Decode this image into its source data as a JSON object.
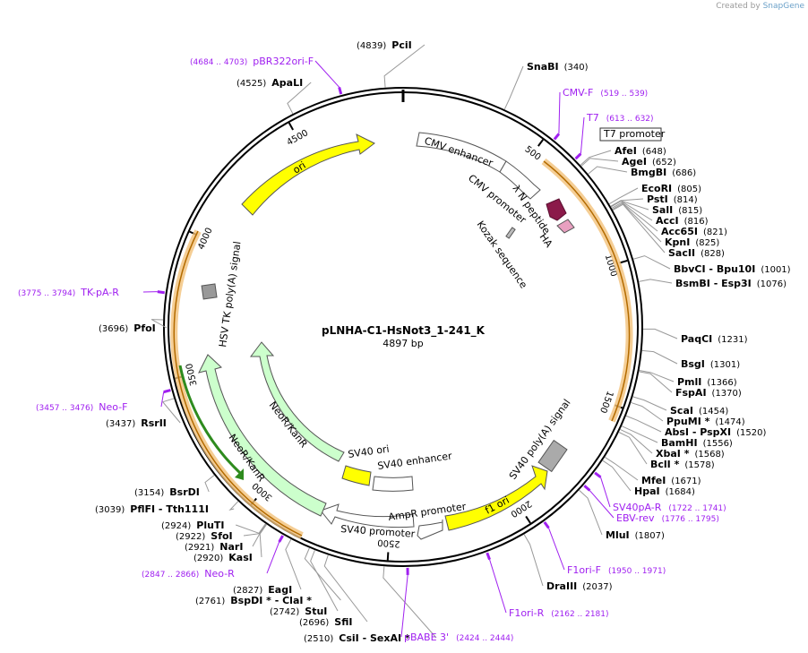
{
  "credit": {
    "prefix": "Created by",
    "brand": "SnapGene"
  },
  "plasmid": {
    "name": "pLNHA-C1-HsNot3_1-241_K",
    "size": "4897 bp",
    "length": 4897
  },
  "ticks": [
    "500",
    "1000",
    "1500",
    "2000",
    "2500",
    "3000",
    "3500",
    "4000",
    "4500"
  ],
  "colors": {
    "primer": "#a020f0",
    "ori": "#ffff00",
    "neo": "#ccffcc",
    "neo_dark": "#2e8b1e",
    "orf_outline": "#e8a020",
    "hsv": "#999999",
    "promoter": "#ffffff",
    "ha": "#e8a0c0",
    "nterm": "#8b1a4a"
  },
  "features": [
    {
      "name": "CMV enhancer",
      "start": 0,
      "end": 380,
      "kind": "promoter"
    },
    {
      "name": "CMV promoter",
      "start": 380,
      "end": 584,
      "kind": "promoter"
    },
    {
      "name": "T7 promoter",
      "start": 613,
      "end": 632,
      "kind": "promoter"
    },
    {
      "name": "λ N peptide",
      "start": 600,
      "end": 650,
      "kind": "nterm"
    },
    {
      "name": "HA",
      "start": 660,
      "end": 687,
      "kind": "ha"
    },
    {
      "name": "Kozak sequence",
      "start": 595,
      "end": 605,
      "kind": "small"
    },
    {
      "name": "SV40 poly(A) signal",
      "start": 1700,
      "end": 1822,
      "kind": "hsv"
    },
    {
      "name": "f1 ori",
      "start": 1880,
      "end": 2250,
      "kind": "ori"
    },
    {
      "name": "AmpR promoter",
      "start": 2270,
      "end": 2375,
      "kind": "promoter"
    },
    {
      "name": "SV40 promoter",
      "start": 2375,
      "end": 2705,
      "kind": "promoter"
    },
    {
      "name": "SV40 ori",
      "start": 2560,
      "end": 2695,
      "kind": "ori"
    },
    {
      "name": "SV40 enhancer",
      "start": 2375,
      "end": 2560,
      "kind": "promoter"
    },
    {
      "name": "NeoR/KanR",
      "start": 2750,
      "end": 3545,
      "kind": "neo"
    },
    {
      "name": "HSV TK poly(A) signal",
      "start": 3760,
      "end": 3780,
      "kind": "hsv"
    },
    {
      "name": "ori",
      "start": 4070,
      "end": 4658,
      "kind": "ori"
    }
  ],
  "sites": [
    {
      "name": "PciI",
      "pos": 4839,
      "label": "(4839)"
    },
    {
      "name": "SnaBI",
      "pos": 340,
      "label": "(340)"
    },
    {
      "name": "AfeI",
      "pos": 648,
      "label": "(648)"
    },
    {
      "name": "AgeI",
      "pos": 652,
      "label": "(652)"
    },
    {
      "name": "BmgBI",
      "pos": 686,
      "label": "(686)"
    },
    {
      "name": "EcoRI",
      "pos": 805,
      "label": "(805)"
    },
    {
      "name": "PstI",
      "pos": 814,
      "label": "(814)"
    },
    {
      "name": "SalI",
      "pos": 815,
      "label": "(815)"
    },
    {
      "name": "AccI",
      "pos": 816,
      "label": "(816)"
    },
    {
      "name": "Acc65I",
      "pos": 821,
      "label": "(821)"
    },
    {
      "name": "KpnI",
      "pos": 825,
      "label": "(825)"
    },
    {
      "name": "SacII",
      "pos": 828,
      "label": "(828)"
    },
    {
      "name": "BbvCI - Bpu10I",
      "pos": 1001,
      "label": "(1001)"
    },
    {
      "name": "BsmBI - Esp3I",
      "pos": 1076,
      "label": "(1076)"
    },
    {
      "name": "PaqCI",
      "pos": 1231,
      "label": "(1231)"
    },
    {
      "name": "BsgI",
      "pos": 1301,
      "label": "(1301)"
    },
    {
      "name": "PmlI",
      "pos": 1366,
      "label": "(1366)"
    },
    {
      "name": "FspAI",
      "pos": 1370,
      "label": "(1370)"
    },
    {
      "name": "ScaI",
      "pos": 1454,
      "label": "(1454)"
    },
    {
      "name": "PpuMI *",
      "pos": 1474,
      "label": "(1474)"
    },
    {
      "name": "AbsI - PspXI",
      "pos": 1520,
      "label": "(1520)"
    },
    {
      "name": "BamHI",
      "pos": 1556,
      "label": "(1556)"
    },
    {
      "name": "XbaI *",
      "pos": 1568,
      "label": "(1568)"
    },
    {
      "name": "BclI *",
      "pos": 1578,
      "label": "(1578)"
    },
    {
      "name": "MfeI",
      "pos": 1671,
      "label": "(1671)"
    },
    {
      "name": "HpaI",
      "pos": 1684,
      "label": "(1684)"
    },
    {
      "name": "MluI",
      "pos": 1807,
      "label": "(1807)"
    },
    {
      "name": "DraIII",
      "pos": 2037,
      "label": "(2037)"
    },
    {
      "name": "CsiI - SexAI *",
      "pos": 2510,
      "label": "(2510)"
    },
    {
      "name": "SfiI",
      "pos": 2696,
      "label": "(2696)"
    },
    {
      "name": "StuI",
      "pos": 2742,
      "label": "(2742)"
    },
    {
      "name": "BspDI * - ClaI *",
      "pos": 2761,
      "label": "(2761)"
    },
    {
      "name": "EagI",
      "pos": 2827,
      "label": "(2827)"
    },
    {
      "name": "KasI",
      "pos": 2920,
      "label": "(2920)"
    },
    {
      "name": "NarI",
      "pos": 2921,
      "label": "(2921)"
    },
    {
      "name": "SfoI",
      "pos": 2922,
      "label": "(2922)"
    },
    {
      "name": "PluTI",
      "pos": 2924,
      "label": "(2924)"
    },
    {
      "name": "PflFI - Tth111I",
      "pos": 3039,
      "label": "(3039)"
    },
    {
      "name": "BsrDI",
      "pos": 3154,
      "label": "(3154)"
    },
    {
      "name": "RsrII",
      "pos": 3437,
      "label": "(3437)"
    },
    {
      "name": "PfoI",
      "pos": 3696,
      "label": "(3696)"
    },
    {
      "name": "ApaLI",
      "pos": 4525,
      "label": "(4525)"
    }
  ],
  "primers": [
    {
      "name": "pBR322ori-F",
      "range": "(4684 .. 4703)",
      "pos": 4694
    },
    {
      "name": "CMV-F",
      "range": "(519 .. 539)",
      "pos": 529
    },
    {
      "name": "T7",
      "range": "(613 .. 632)",
      "pos": 622
    },
    {
      "name": "SV40pA-R",
      "range": "(1722 .. 1741)",
      "pos": 1731
    },
    {
      "name": "EBV-rev",
      "range": "(1776 .. 1795)",
      "pos": 1785
    },
    {
      "name": "F1ori-F",
      "range": "(1950 .. 1971)",
      "pos": 1960
    },
    {
      "name": "F1ori-R",
      "range": "(2162 .. 2181)",
      "pos": 2171
    },
    {
      "name": "pBABE 3'",
      "range": "(2424 .. 2444)",
      "pos": 2434
    },
    {
      "name": "Neo-R",
      "range": "(2847 .. 2866)",
      "pos": 2856
    },
    {
      "name": "Neo-F",
      "range": "(3457 .. 3476)",
      "pos": 3466
    },
    {
      "name": "TK-pA-R",
      "range": "(3775 .. 3794)",
      "pos": 3784
    }
  ]
}
